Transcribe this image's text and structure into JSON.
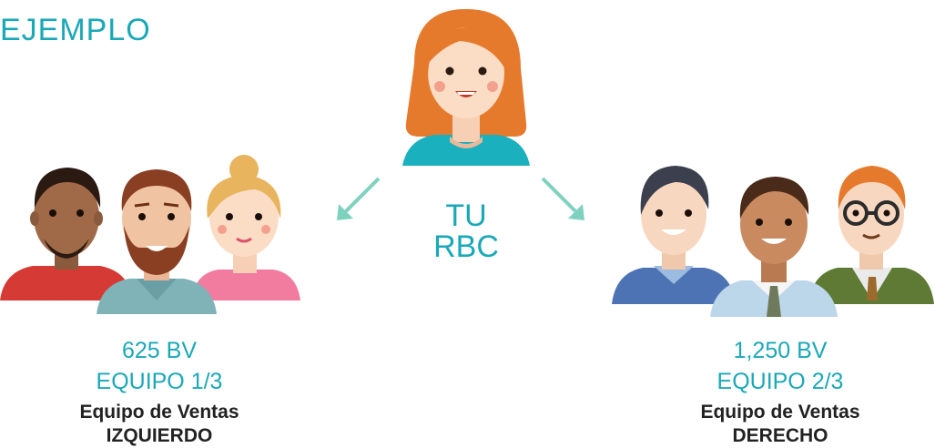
{
  "title": "EJEMPLO",
  "center": {
    "line1": "TU",
    "line2": "RBC"
  },
  "left_team": {
    "bv": "625 BV",
    "fraction": "EQUIPO 1/3",
    "name": "Equipo de Ventas",
    "side": "IZQUIERDO"
  },
  "right_team": {
    "bv": "1,250 BV",
    "fraction": "EQUIPO 2/3",
    "name": "Equipo de Ventas",
    "side": "DERECHO"
  },
  "colors": {
    "accent": "#1aa8b8",
    "arrow": "#7fd1bf",
    "text_dark": "#222222"
  }
}
